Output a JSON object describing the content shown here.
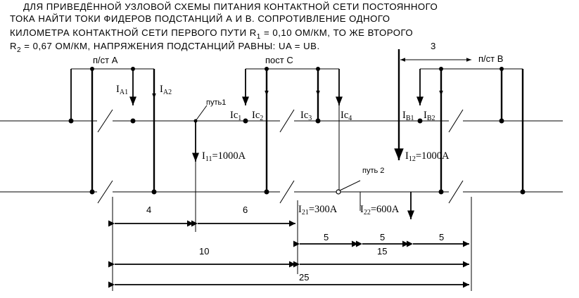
{
  "problem": {
    "lines": [
      "ДЛЯ ПРИВЕДЁННОЙ УЗЛОВОЙ СХЕМЫ ПИТАНИЯ КОНТАКТНОЙ СЕТИ ПОСТОЯННОГО",
      "ТОКА НАЙТИ ТОКИ  ФИДЕРОВ ПОДСТАНЦИЙ А И В. СОПРОТИВЛЕНИЕ ОДНОГО",
      "КИЛОМЕТРА КОНТАКТНОЙ СЕТИ ПЕРВОГО ПУТИ  R",
      "R"
    ],
    "r1_sub": "1",
    "r1_val": " = 0,10  ОМ/КМ,  ТО ЖЕ ВТОРОГО",
    "r2_sub": "2",
    "r2_val": " = 0,67  ОМ/КМ,  НАПРЯЖЕНИЯ ПОДСТАНЦИЙ РАВНЫ: UA = UB.",
    "r2_tail": "3"
  },
  "labels": {
    "station_a": "п/ст А",
    "post_c": "пост С",
    "station_b": "п/ст В",
    "track1": "путь1",
    "track2": "путь 2"
  },
  "currents": {
    "ia1": {
      "main": "I",
      "sub": "A1"
    },
    "ia2": {
      "main": "I",
      "sub": "A2"
    },
    "ic1": {
      "main": "Ic",
      "sub": "1"
    },
    "ic2": {
      "main": "Ic",
      "sub": "2"
    },
    "ic3": {
      "main": "Ic",
      "sub": "3"
    },
    "ic4": {
      "main": "Ic",
      "sub": "4"
    },
    "ib1": {
      "main": "I",
      "sub": "B1"
    },
    "ib2": {
      "main": "I",
      "sub": "B2"
    },
    "i11": {
      "main": "I",
      "sub": "11",
      "val": "=1000A"
    },
    "i12": {
      "main": "I",
      "sub": "12",
      "val": "=1000A"
    },
    "i21": {
      "main": "I",
      "sub": "21",
      "val": "=300A"
    },
    "i22": {
      "main": "I",
      "sub": "22",
      "val": "=600A"
    }
  },
  "dimensions": {
    "d_4": "4",
    "d_6": "6",
    "d_5a": "5",
    "d_5b": "5",
    "d_5c": "5",
    "d_10": "10",
    "d_15": "15",
    "d_25": "25"
  }
}
